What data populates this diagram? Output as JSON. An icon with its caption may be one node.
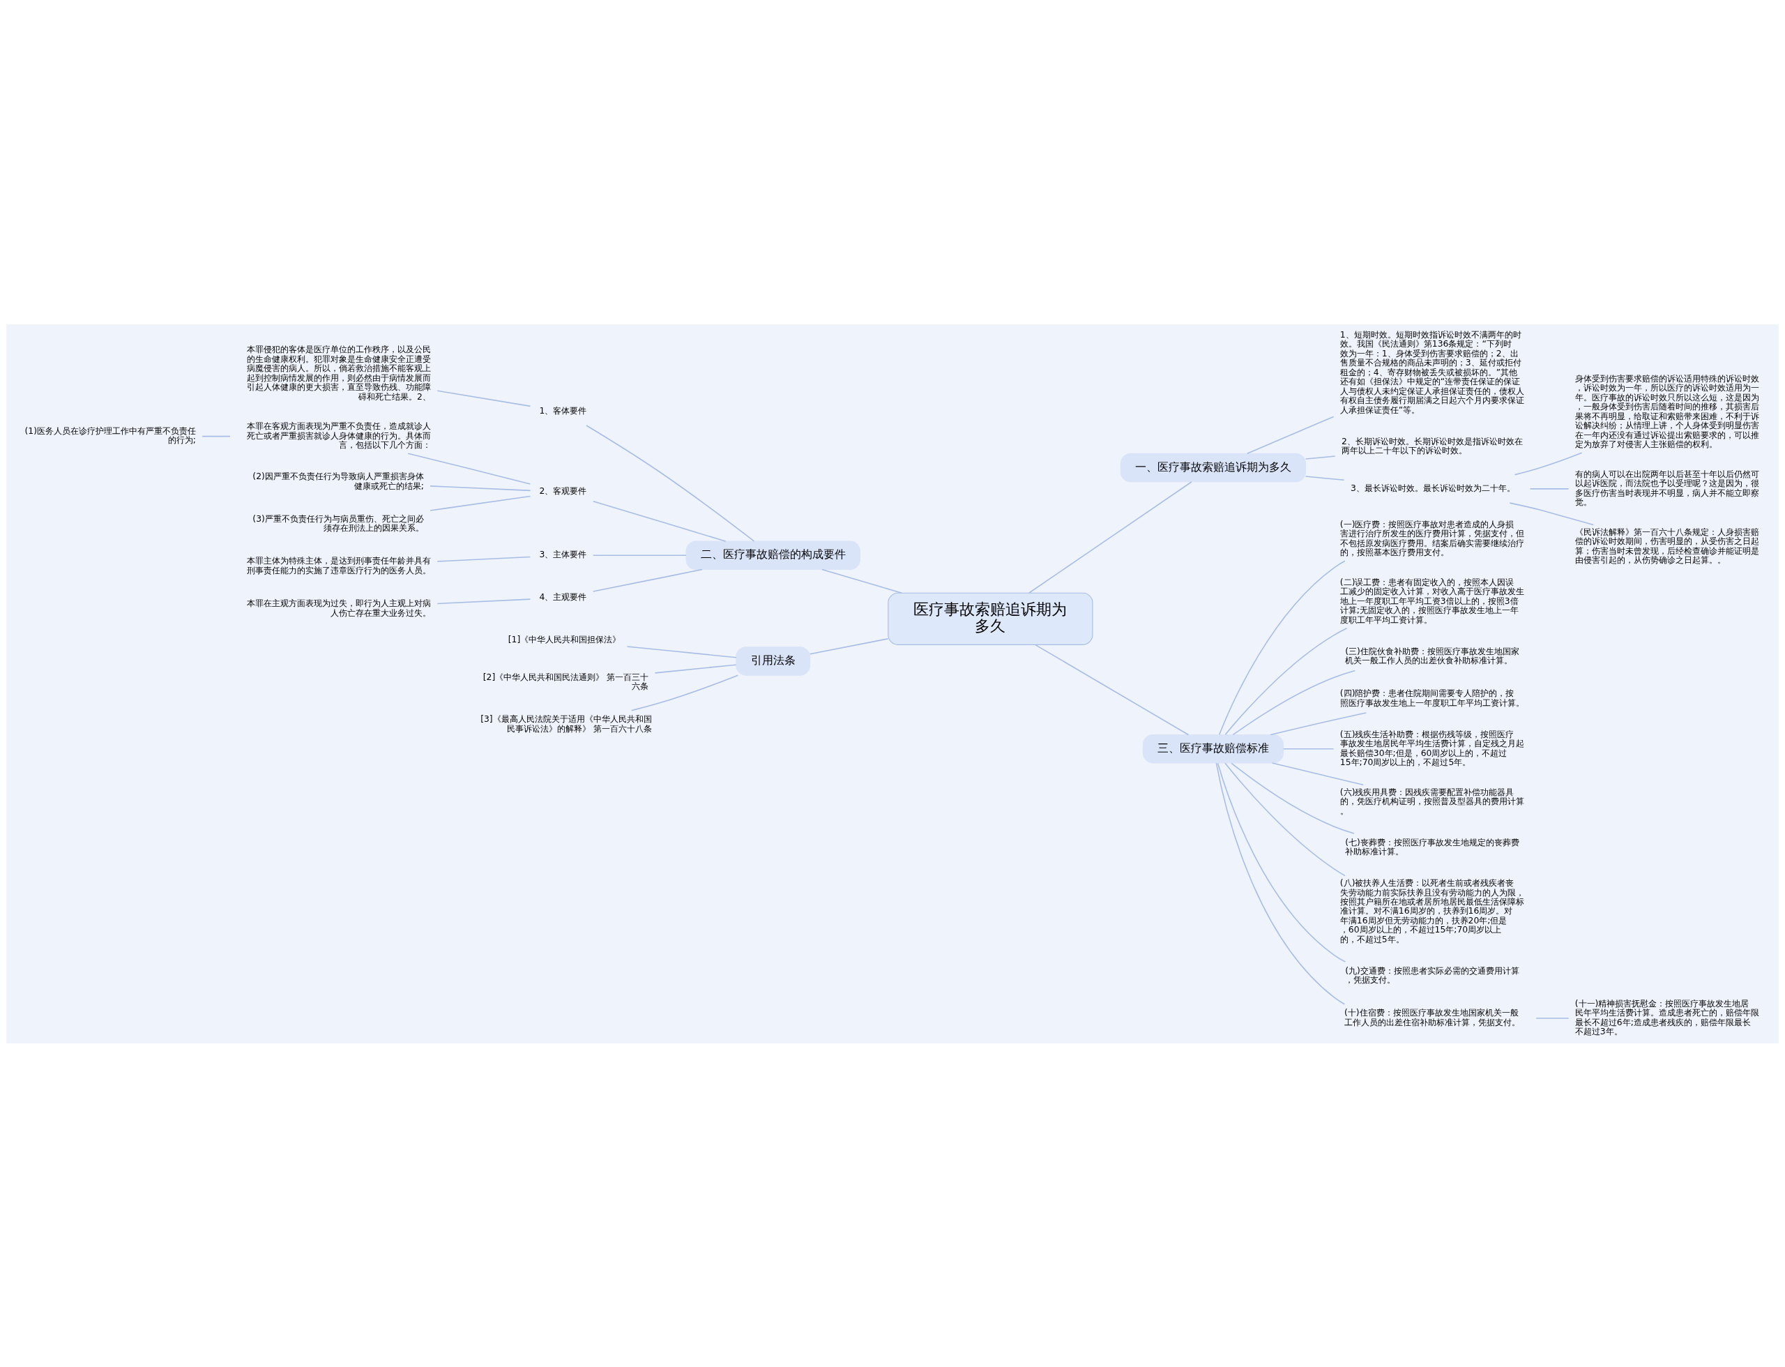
{
  "diagram": {
    "nodes": [
      {
        "text": [
          "医疗事故索赔追诉期为多久"
        ]
      },
      {
        "text": [
          "一、医疗事故索赔追诉期为多久"
        ]
      },
      {
        "text": [
          "1、短期时效。短期时效指诉讼时效不满两年的时效。我国《民法通则》第136条规定：“下列时效为一年：1、身体受到伤害要求赔偿的；2、出售质量不合规格的商品未声明的；3、延付或拒付租金的；4、寄存财物被丢失或被损坏的。”其他还有如《担保法》中规定的“连带责任保证的保证人与债权人未约定保证人承担保证责任的，债权人有权自主债务履行期届满之日起六个月内要求保证人承担保证责任”等。"
        ]
      },
      {
        "text": [
          "2、长期诉讼时效。长期诉讼时效是指诉讼时效在两年以上二十年以下的诉讼时效。"
        ]
      },
      {
        "text": [
          "3、最长诉讼时效。最长诉讼时效为二十年。"
        ]
      },
      {
        "text": [
          "身体受到伤害要求赔偿的诉讼适用特殊的诉讼时效，诉讼时效为一年，所以医疗的诉讼时效适用为一年。医疗事故的诉讼时效只所以这么短，这是因为，一般身体受到伤害后随着时间的推移，其损害后果将不再明显，给取证和索赔带来困难，不利于诉讼解决纠纷；从情理上讲，个人身体受到明显伤害在一年内还没有通过诉讼提出索赔要求的，可以推定为放弃了对侵害人主张赔偿的权利。"
        ]
      },
      {
        "text": [
          "有的病人可以在出院两年以后甚至十年以后仍然可以起诉医院，而法院也予以受理呢？这是因为，很多医疗伤害当时表现并不明显，病人并不能立即察觉。"
        ]
      },
      {
        "text": [
          "《民诉法解释》第一百六十八条规定：人身损害赔偿的诉讼时效期间，伤害明显的，从受伤害之日起算；伤害当时未曾发现，后经检查确诊并能证明是由侵害引起的，从伤势确诊之日起算。。"
        ]
      },
      {
        "text": [
          "二、医疗事故赔偿的构成要件"
        ]
      },
      {
        "text": [
          "1、客体要件"
        ]
      },
      {
        "text": [
          "本罪侵犯的客体是医疗单位的工作秩序，以及公民的生命健康权利。犯罪对象是生命健康安全正遭受病魔侵害的病人。所以，倘若救治措施不能客观上起到控制病情发展的作用，则必然由于病情发展而引起人体健康的更大损害，直至导致伤残、功能障碍和死亡结果。2、"
        ]
      },
      {
        "text": [
          "2、客观要件"
        ]
      },
      {
        "text": [
          "本罪在客观方面表现为严重不负责任，造成就诊人死亡或者严重损害就诊人身体健康的行为。具体而言，包括以下几个方面："
        ]
      },
      {
        "text": [
          "(1)医务人员在诊疗护理工作中有严重不负责任的行为;"
        ]
      },
      {
        "text": [
          "(2)因严重不负责任行为导致病人严重损害身体健康或死亡的结果;"
        ]
      },
      {
        "text": [
          "(3)严重不负责任行为与病员重伤、死亡之间必须存在刑法上的因果关系。"
        ]
      },
      {
        "text": [
          "3、主体要件"
        ]
      },
      {
        "text": [
          "本罪主体为特殊主体，是达到刑事责任年龄并具有刑事责任能力的实施了违章医疗行为的医务人员。"
        ]
      },
      {
        "text": [
          "4、主观要件"
        ]
      },
      {
        "text": [
          "本罪在主观方面表现为过失，即行为人主观上对病人伤亡存在重大业务过失。"
        ]
      },
      {
        "text": [
          "引用法条"
        ]
      },
      {
        "text": [
          "[1]《中华人民共和国担保法》"
        ]
      },
      {
        "text": [
          "[2]《中华人民共和国民法通则》 第一百三十六条"
        ]
      },
      {
        "text": [
          "[3]《最高人民法院关于适用《中华人民共和国民事诉讼法》的解释》 第一百六十八条"
        ]
      },
      {
        "text": [
          "三、医疗事故赔偿标准"
        ]
      },
      {
        "text": [
          "(一)医疗费：按照医疗事故对患者造成的人身损害进行治疗所发生的医疗费用计算，凭据支付，但不包括原发病医疗费用。结案后确实需要继续治疗的，按照基本医疗费用支付。"
        ]
      },
      {
        "text": [
          "(二)误工费：患者有固定收入的，按照本人因误工减少的固定收入计算，对收入高于医疗事故发生地上一年度职工年平均工资3倍以上的，按照3倍计算;无固定收入的，按照医疗事故发生地上一年度职工年平均工资计算。"
        ]
      },
      {
        "text": [
          "(三)住院伙食补助费：按照医疗事故发生地国家机关一般工作人员的出差伙食补助标准计算。"
        ]
      },
      {
        "text": [
          "(四)陪护费：患者住院期间需要专人陪护的，按照医疗事故发生地上一年度职工年平均工资计算。"
        ]
      },
      {
        "text": [
          "(五)残疾生活补助费：根据伤残等级，按照医疗事故发生地居民年平均生活费计算，自定残之月起最长赔偿30年;但是，60周岁以上的，不超过15年;70周岁以上的，不超过5年。"
        ]
      },
      {
        "text": [
          "(六)残疾用具费：因残疾需要配置补偿功能器具的，凭医疗机构证明，按照普及型器具的费用计算。"
        ]
      },
      {
        "text": [
          "(七)丧葬费：按照医疗事故发生地规定的丧葬费补助标准计算。"
        ]
      },
      {
        "text": [
          "(八)被扶养人生活费：以死者生前或者残疾者丧失劳动能力前实际扶养且没有劳动能力的人为限，按照其户籍所在地或者居所地居民最低生活保障标准计算。对不满16周岁的，扶养到16周岁。对年满16周岁但无劳动能力的，扶养20年;但是，60周岁以上的，不超过15年;70周岁以上的，不超过5年。"
        ]
      },
      {
        "text": [
          "(九)交通费：按照患者实际必需的交通费用计算，凭据支付。"
        ]
      },
      {
        "text": [
          "(十)住宿费：按照医疗事故发生地国家机关一般工作人员的出差住宿补助标准计算，凭据支付。"
        ]
      },
      {
        "text": [
          "(十一)精神损害抚慰金：按照医疗事故发生地居民年平均生活费计算。造成患者死亡的，赔偿年限最长不超过6年;造成患者残疾的，赔偿年限最长不超过3年。"
        ]
      }
    ],
    "edges": [
      {
        "from": 0,
        "to": 1,
        "arrow": "none"
      },
      {
        "from": 1,
        "to": 2,
        "arrow": "none"
      },
      {
        "from": 1,
        "to": 3,
        "arrow": "none"
      },
      {
        "from": 1,
        "to": 4,
        "arrow": "none"
      },
      {
        "from": 4,
        "to": 5,
        "arrow": "none"
      },
      {
        "from": 4,
        "to": 6,
        "arrow": "none"
      },
      {
        "from": 4,
        "to": 7,
        "arrow": "none"
      },
      {
        "from": 0,
        "to": 8,
        "arrow": "none"
      },
      {
        "from": 8,
        "to": 9,
        "arrow": "none"
      },
      {
        "from": 9,
        "to": 10,
        "arrow": "none"
      },
      {
        "from": 8,
        "to": 11,
        "arrow": "none"
      },
      {
        "from": 11,
        "to": 12,
        "arrow": "none"
      },
      {
        "from": 12,
        "to": 13,
        "arrow": "none"
      },
      {
        "from": 11,
        "to": 14,
        "arrow": "none"
      },
      {
        "from": 11,
        "to": 15,
        "arrow": "none"
      },
      {
        "from": 8,
        "to": 16,
        "arrow": "none"
      },
      {
        "from": 16,
        "to": 17,
        "arrow": "none"
      },
      {
        "from": 8,
        "to": 18,
        "arrow": "none"
      },
      {
        "from": 18,
        "to": 19,
        "arrow": "none"
      },
      {
        "from": 0,
        "to": 20,
        "arrow": "none"
      },
      {
        "from": 20,
        "to": 21,
        "arrow": "none"
      },
      {
        "from": 20,
        "to": 22,
        "arrow": "none"
      },
      {
        "from": 20,
        "to": 23,
        "arrow": "none"
      },
      {
        "from": 0,
        "to": 24,
        "arrow": "none"
      },
      {
        "from": 24,
        "to": 25,
        "arrow": "none"
      },
      {
        "from": 24,
        "to": 26,
        "arrow": "none"
      },
      {
        "from": 24,
        "to": 27,
        "arrow": "none"
      },
      {
        "from": 24,
        "to": 28,
        "arrow": "none"
      },
      {
        "from": 24,
        "to": 29,
        "arrow": "none"
      },
      {
        "from": 24,
        "to": 30,
        "arrow": "none"
      },
      {
        "from": 24,
        "to": 31,
        "arrow": "none"
      },
      {
        "from": 24,
        "to": 32,
        "arrow": "none"
      },
      {
        "from": 24,
        "to": 33,
        "arrow": "none"
      },
      {
        "from": 24,
        "to": 34,
        "arrow": "none"
      },
      {
        "from": 34,
        "to": 35,
        "arrow": "none"
      }
    ]
  }
}
